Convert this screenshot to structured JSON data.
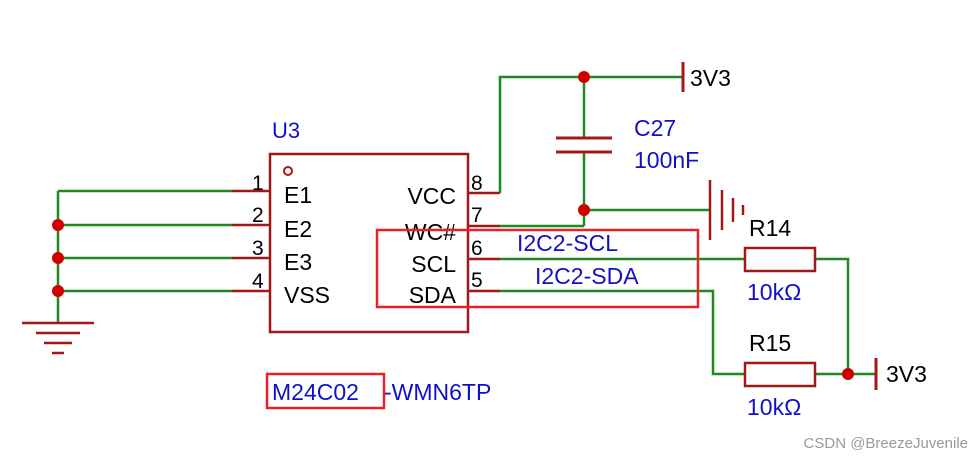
{
  "schematic": {
    "chip": {
      "ref": "U3",
      "part_prefix": "M24C02",
      "part_suffix": "-WMN6TP",
      "left_pins": [
        {
          "num": "1",
          "name": "E1"
        },
        {
          "num": "2",
          "name": "E2"
        },
        {
          "num": "3",
          "name": "E3"
        },
        {
          "num": "4",
          "name": "VSS"
        }
      ],
      "right_pins": [
        {
          "num": "8",
          "name": "VCC"
        },
        {
          "num": "7",
          "name": "WC#"
        },
        {
          "num": "6",
          "name": "SCL"
        },
        {
          "num": "5",
          "name": "SDA"
        }
      ]
    },
    "capacitor": {
      "ref": "C27",
      "value": "100nF"
    },
    "resistors": [
      {
        "ref": "R14",
        "value": "10kΩ"
      },
      {
        "ref": "R15",
        "value": "10kΩ"
      }
    ],
    "power_labels": {
      "top": "3V3",
      "right": "3V3"
    },
    "nets": {
      "scl": "I2C2-SCL",
      "sda": "I2C2-SDA"
    },
    "colors": {
      "body": "#a01818",
      "wire": "#1f8a1f",
      "junction": "#d10000",
      "text_blue": "#1010c8",
      "highlight": "#e8202a",
      "ground": "#a01818"
    }
  },
  "watermark": "CSDN @BreezeJuvenile"
}
